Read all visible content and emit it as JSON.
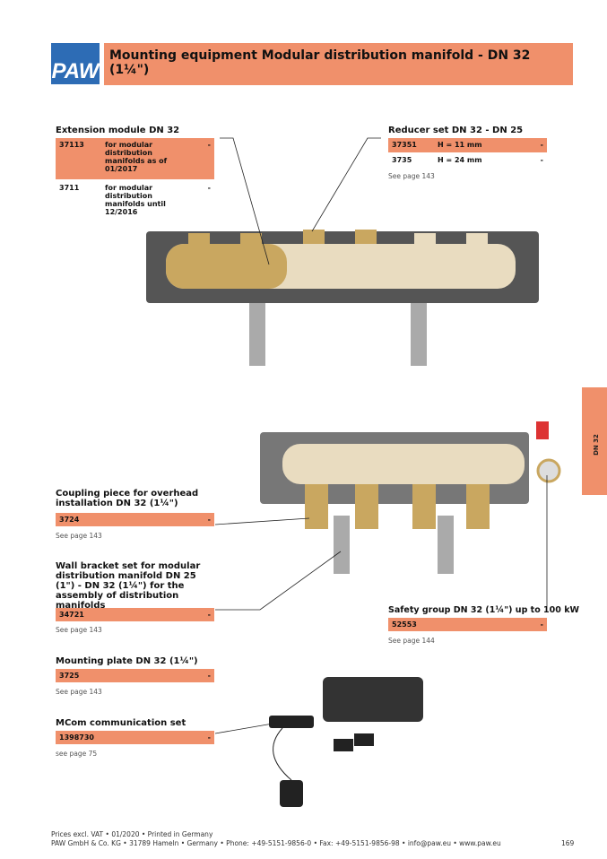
{
  "header": {
    "logo": "PAW",
    "title": "Mounting equipment Modular distribution manifold - DN 32 (1¼\")"
  },
  "side_tab": "DN 32",
  "extension": {
    "title": "Extension module DN 32",
    "rows": [
      {
        "no": "37113",
        "desc": "for modular distribution manifolds as of 01/2017",
        "price": "-"
      },
      {
        "no": "3711",
        "desc": "for modular distribution manifolds until 12/2016",
        "price": "-"
      }
    ]
  },
  "reducer": {
    "title": "Reducer set DN 32 - DN 25",
    "rows": [
      {
        "no": "37351",
        "desc": "H = 11 mm",
        "price": "-"
      },
      {
        "no": "3735",
        "desc": "H = 24 mm",
        "price": "-"
      }
    ],
    "see": "See page 143"
  },
  "coupling": {
    "title": "Coupling piece for overhead installation DN 32 (1¼\")",
    "no": "3724",
    "price": "-",
    "see": "See page 143"
  },
  "bracket": {
    "title": "Wall bracket set for modular distribution manifold DN 25 (1\") - DN 32 (1¼\") for the assembly of distribution manifolds",
    "no": "34721",
    "price": "-",
    "see": "See page 143"
  },
  "safety": {
    "title": "Safety group DN 32 (1¼\") up to 100 kW",
    "no": "52553",
    "price": "-",
    "see": "See page 144"
  },
  "plate": {
    "title": "Mounting plate DN 32 (1¼\")",
    "no": "3725",
    "price": "-",
    "see": "See page 143"
  },
  "mcom": {
    "title": "MCom communication set",
    "no": "1398730",
    "price": "-",
    "see": "see page 75"
  },
  "footer": {
    "line1": "Prices excl. VAT  • 01/2020 • Printed in Germany",
    "line2": "PAW GmbH & Co. KG • 31789 Hameln • Germany • Phone: +49-5151-9856-0 • Fax: +49-5151-9856-98 • info@paw.eu • www.paw.eu",
    "page": "169"
  }
}
